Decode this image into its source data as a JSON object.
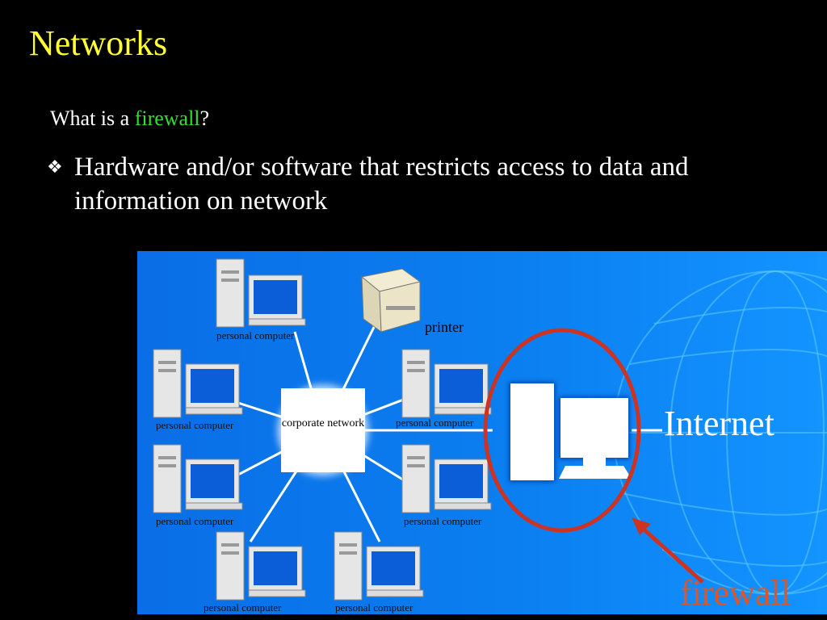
{
  "slide": {
    "title": "Networks",
    "question_prefix": "What is a ",
    "question_term": "firewall",
    "question_suffix": "?",
    "bullet_marker": "❖",
    "bullet_text": "Hardware and/or software that restricts access to data and information on network"
  },
  "diagram": {
    "center_label": "corporate network",
    "printer_label": "printer",
    "internet_label": "Internet",
    "firewall_label": "firewall",
    "computer_labels": [
      "personal computer",
      "personal computer",
      "personal computer",
      "personal computer",
      "personal computer",
      "personal computer",
      "personal computer"
    ],
    "colors": {
      "background": "#0077dd",
      "highlight_ring": "#cc3322",
      "firewall_text": "#e05525",
      "title": "#ffff33",
      "term_highlight": "#33dd33"
    }
  }
}
